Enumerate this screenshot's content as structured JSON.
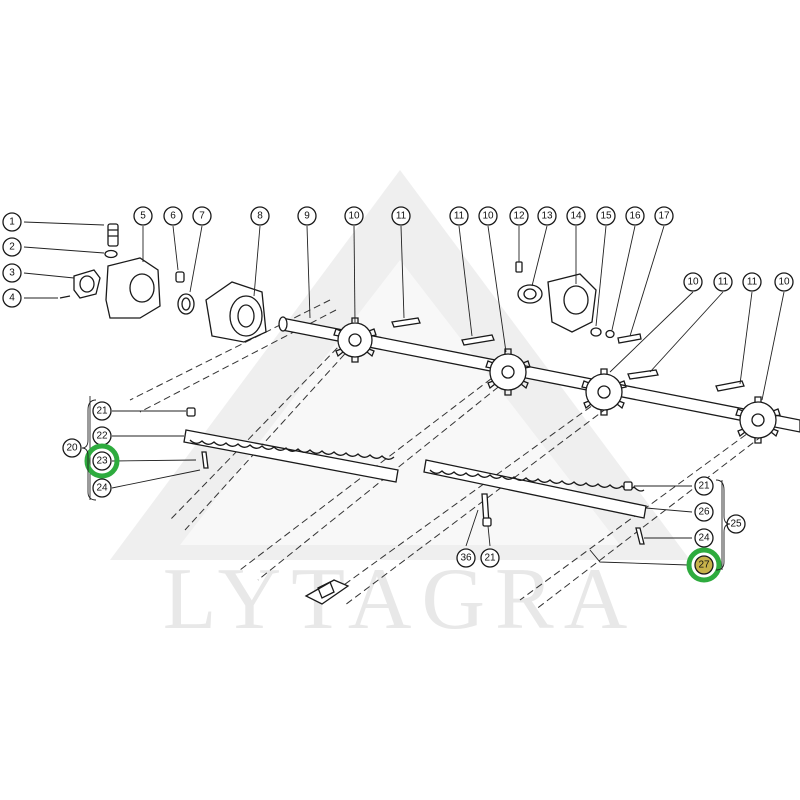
{
  "watermark": {
    "text": "LYTAGRA",
    "brand_color": "#e6e6e6"
  },
  "highlight": {
    "ring_color": "#2eab3e",
    "fill_color": "#c7b24a"
  },
  "callouts": [
    {
      "id": "c1",
      "label": "1"
    },
    {
      "id": "c2",
      "label": "2"
    },
    {
      "id": "c3",
      "label": "3"
    },
    {
      "id": "c4",
      "label": "4"
    },
    {
      "id": "c5",
      "label": "5"
    },
    {
      "id": "c6",
      "label": "6"
    },
    {
      "id": "c7",
      "label": "7"
    },
    {
      "id": "c8",
      "label": "8"
    },
    {
      "id": "c9",
      "label": "9"
    },
    {
      "id": "c10a",
      "label": "10"
    },
    {
      "id": "c11a",
      "label": "11"
    },
    {
      "id": "c11b",
      "label": "11"
    },
    {
      "id": "c10b",
      "label": "10"
    },
    {
      "id": "c12",
      "label": "12"
    },
    {
      "id": "c13",
      "label": "13"
    },
    {
      "id": "c14",
      "label": "14"
    },
    {
      "id": "c15",
      "label": "15"
    },
    {
      "id": "c16",
      "label": "16"
    },
    {
      "id": "c17",
      "label": "17"
    },
    {
      "id": "c10c",
      "label": "10"
    },
    {
      "id": "c11c",
      "label": "11"
    },
    {
      "id": "c11d",
      "label": "11"
    },
    {
      "id": "c10d",
      "label": "10"
    },
    {
      "id": "c21a",
      "label": "21"
    },
    {
      "id": "c22",
      "label": "22"
    },
    {
      "id": "c20",
      "label": "20"
    },
    {
      "id": "c23",
      "label": "23"
    },
    {
      "id": "c24a",
      "label": "24"
    },
    {
      "id": "c21b",
      "label": "21"
    },
    {
      "id": "c26",
      "label": "26"
    },
    {
      "id": "c25",
      "label": "25"
    },
    {
      "id": "c24b",
      "label": "24"
    },
    {
      "id": "c27",
      "label": "27"
    },
    {
      "id": "c36",
      "label": "36"
    },
    {
      "id": "c21c",
      "label": "21"
    }
  ]
}
